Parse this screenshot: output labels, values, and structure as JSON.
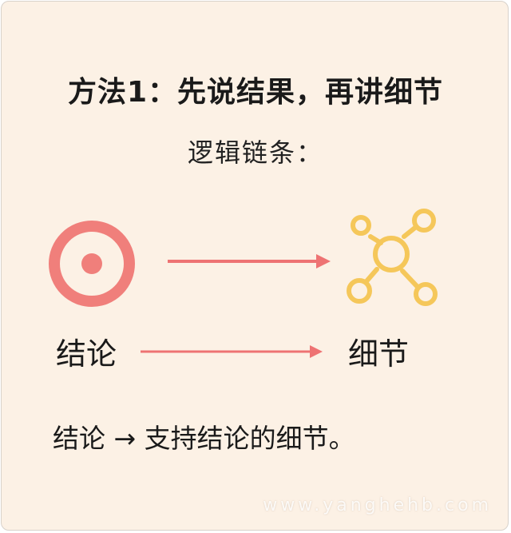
{
  "title": "方法1：先说结果，再讲细节",
  "subtitle": "逻辑链条：",
  "left_label": "结论",
  "right_label": "细节",
  "summary": "结论 → 支持结论的细节。",
  "watermark": "www.yanghehb.com",
  "icons": {
    "left": "target-icon",
    "right": "network-nodes-icon"
  },
  "colors": {
    "background": "#fcf1e5",
    "target": "#f07f7b",
    "network": "#f5c75a",
    "arrow": "#ee7373"
  }
}
